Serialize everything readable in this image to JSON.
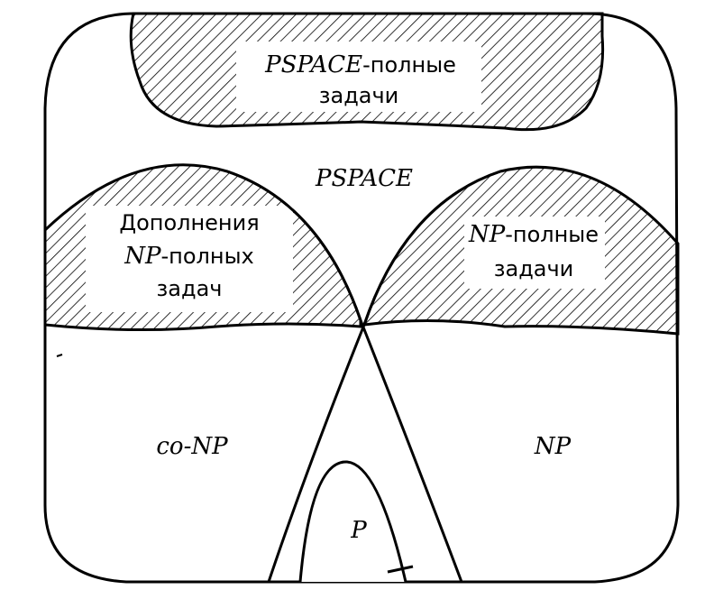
{
  "regions": {
    "pspace_complete": {
      "line1_italic": "PSPACE",
      "line1_rest": "-полные",
      "line2": "задачи"
    },
    "pspace": {
      "label": "PSPACE"
    },
    "conp_complete": {
      "line1": "Дополнения",
      "line2_italic": "NP",
      "line2_rest": "-полных",
      "line3": "задач"
    },
    "np_complete": {
      "line1_italic": "NP",
      "line1_rest": "-полные",
      "line2": "задачи"
    },
    "conp": {
      "label": "co-NP"
    },
    "np": {
      "label": "NP"
    },
    "p": {
      "label": "P"
    }
  },
  "colors": {
    "stroke": "#000000",
    "background": "#ffffff"
  }
}
